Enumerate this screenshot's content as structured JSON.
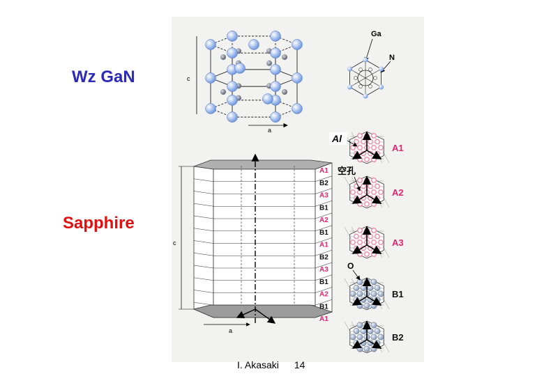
{
  "titles": {
    "wz": "Wz GaN",
    "sapphire": "Sapphire"
  },
  "colors": {
    "wz_title": "#2b2bb8",
    "sapphire_title": "#e01010",
    "layer_a": "#e0246a",
    "layer_b": "#111111",
    "ga_atom": "#8fb2ee",
    "n_atom": "#7a7f8c",
    "al_site": "#ef8aa6",
    "o_atom": "#9ab0cc"
  },
  "gan_cell": {
    "axis_c": "c",
    "axis_a": "a",
    "label_ga": "Ga",
    "label_n": "N"
  },
  "sapphire_cell": {
    "axis_c": "c",
    "axis_a": "a",
    "layers": [
      "A1",
      "B2",
      "A3",
      "B1",
      "A2",
      "B1",
      "A1",
      "B2",
      "A3",
      "B1",
      "A2",
      "B1",
      "A1"
    ]
  },
  "planes": {
    "al_label": "Al",
    "vacancy_label": "空孔",
    "o_label": "O",
    "items": [
      "A1",
      "A2",
      "A3",
      "B1",
      "B2"
    ]
  },
  "footer": {
    "author": "I. Akasaki",
    "page": "14"
  }
}
